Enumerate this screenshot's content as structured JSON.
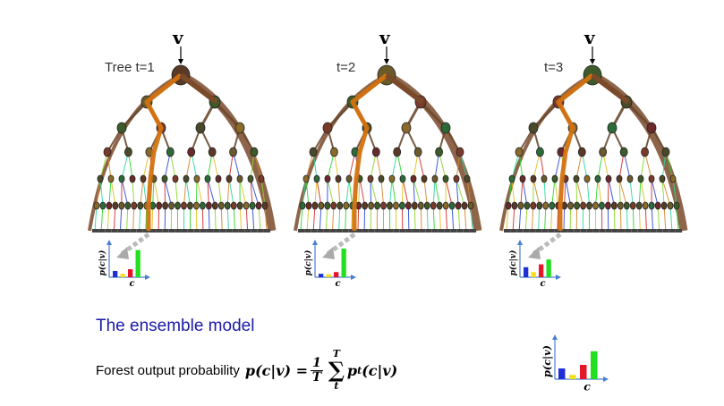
{
  "trees": [
    {
      "label": "Tree t=1",
      "input": "v",
      "leaf_hist": [
        {
          "value": 0.22,
          "color": "#1f2fd6"
        },
        {
          "value": 0.12,
          "color": "#f2e11b"
        },
        {
          "value": 0.28,
          "color": "#e5152a"
        },
        {
          "value": 0.95,
          "color": "#22e01f"
        }
      ]
    },
    {
      "label": "t=2",
      "input": "v",
      "leaf_hist": [
        {
          "value": 0.12,
          "color": "#1f2fd6"
        },
        {
          "value": 0.1,
          "color": "#f2e11b"
        },
        {
          "value": 0.18,
          "color": "#e5152a"
        },
        {
          "value": 1.0,
          "color": "#22e01f"
        }
      ]
    },
    {
      "label": "t=3",
      "input": "v",
      "leaf_hist": [
        {
          "value": 0.35,
          "color": "#1f2fd6"
        },
        {
          "value": 0.18,
          "color": "#f2e11b"
        },
        {
          "value": 0.45,
          "color": "#e5152a"
        },
        {
          "value": 0.62,
          "color": "#22e01f"
        }
      ]
    }
  ],
  "hist_axes": {
    "ylabel": "p(c|v)",
    "xlabel": "c"
  },
  "ensemble": {
    "title": "The ensemble model",
    "text": "Forest output probability",
    "formula": {
      "lhs": "p(c|v) =",
      "num": "1",
      "den": "T",
      "sum_top": "T",
      "sum_bottom": "t",
      "rhs": "p",
      "sub": "t",
      "rhs_arg": "(c|v)"
    },
    "hist": [
      {
        "value": 0.3,
        "color": "#1f2fd6"
      },
      {
        "value": 0.12,
        "color": "#f2e11b"
      },
      {
        "value": 0.4,
        "color": "#e5152a"
      },
      {
        "value": 0.78,
        "color": "#22e01f"
      }
    ]
  },
  "colors": {
    "path": "#d4720f",
    "branch": "#7a4a2a",
    "axis": "#4a7fd0"
  }
}
